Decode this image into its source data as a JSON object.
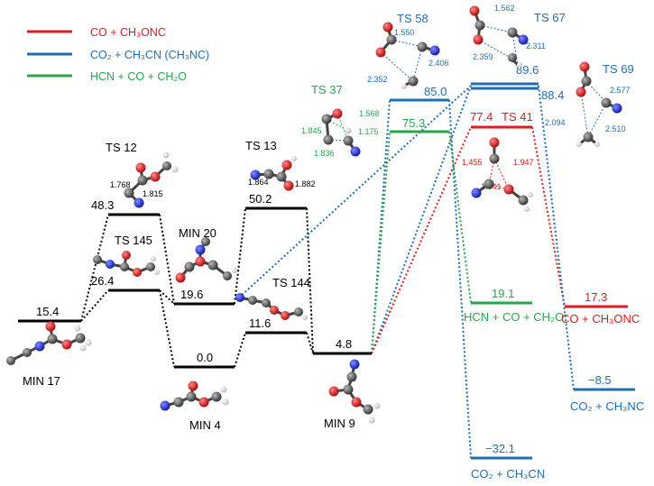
{
  "legend": [
    {
      "text": "CO + CH₃ONC",
      "color": "#e11b1b"
    },
    {
      "text": "CO₂ + CH₃CN (CH₃NC)",
      "color": "#1f6eb4"
    },
    {
      "text": "HCN + CO + CH₂O",
      "color": "#2aa64a"
    }
  ],
  "levels": {
    "min17": {
      "value": "15.4",
      "label": "MIN 17"
    },
    "ts12": {
      "value": "48.3",
      "label": "TS 12"
    },
    "ts145": {
      "value": "26.4",
      "label": "TS 145"
    },
    "min20": {
      "value": "19.6",
      "label": "MIN 20"
    },
    "min4": {
      "value": "0.0",
      "label": "MIN 4"
    },
    "ts13": {
      "value": "50.2",
      "label": "TS 13"
    },
    "ts144": {
      "value": "11.6",
      "label": "TS 144"
    },
    "min9": {
      "value": "4.8",
      "label": "MIN 9"
    },
    "ts58": {
      "value": "85.0",
      "label": "TS 58"
    },
    "ts37": {
      "value": "75.3",
      "label": "TS 37"
    },
    "ts67": {
      "value": "89.6",
      "label": "TS 67"
    },
    "ts69": {
      "value": "88.4",
      "label": "TS 69"
    },
    "ts41": {
      "value": "77.4",
      "label": "TS 41"
    },
    "p_hcn": {
      "value": "19.1",
      "label": "HCN + CO + CH₂O"
    },
    "p_co_ch3onc": {
      "value": "17.3",
      "label": "CO + CH₃ONC"
    },
    "p_co2_ch3nc": {
      "value": "−8.5",
      "label": "CO₂ + CH₃NC"
    },
    "p_co2_ch3cn": {
      "value": "−32.1",
      "label": "CO₂ + CH₃CN"
    }
  },
  "distances": {
    "ts12": [
      "1.768",
      "1.815"
    ],
    "ts13": [
      "1.864",
      "1.882"
    ],
    "ts37": [
      "1.845",
      "1.568",
      "1.836",
      "1.175"
    ],
    "ts58": [
      "1.550",
      "2.406",
      "2.352"
    ],
    "ts67": [
      "1.562",
      "2.311",
      "2.359"
    ],
    "ts69": [
      "2.577",
      "2.094",
      "2.510"
    ],
    "ts41": [
      "1.455",
      "1.947",
      "1.641"
    ]
  }
}
